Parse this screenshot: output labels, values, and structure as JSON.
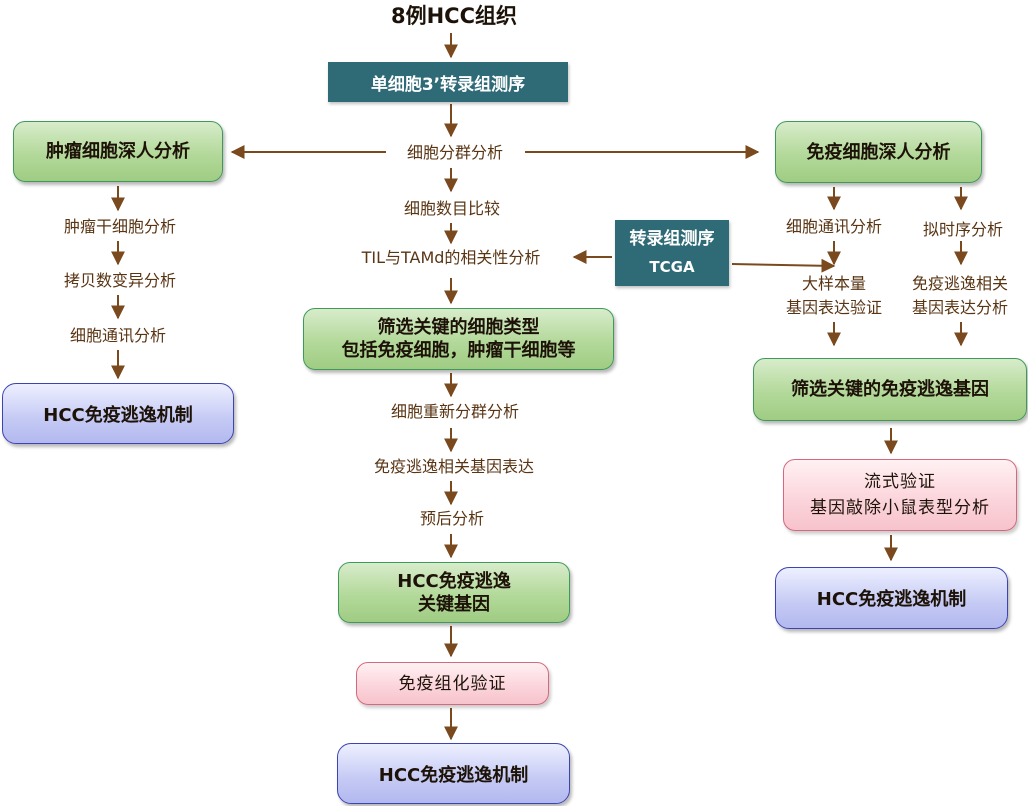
{
  "title": "8例HCC组织",
  "center": {
    "seq": "单细胞3’转录组测序",
    "cluster": "细胞分群分析",
    "count": "细胞数目比较",
    "corr": "TIL与TAMd的相关性分析",
    "screen": "筛选关键的细胞类型\n包括免疫细胞，肿瘤干细胞等",
    "recluster": "细胞重新分群分析",
    "expr": "免疫逃逸相关基因表达",
    "prognosis": "预后分析",
    "keygene": "HCC免疫逃逸\n关键基因",
    "ihc": "免疫组化验证",
    "mechanism": "HCC免疫逃逸机制"
  },
  "left": {
    "header": "肿瘤细胞深人分析",
    "item1": "肿瘤干细胞分析",
    "item2": "拷贝数变异分析",
    "item3": "细胞通讯分析",
    "mechanism": "HCC免疫逃逸机制"
  },
  "tcga": {
    "line1": "转录组测序",
    "line2": "TCGA"
  },
  "right": {
    "header": "免疫细胞深人分析",
    "comm": "细胞通讯分析",
    "pseudotime": "拟时序分析",
    "validation": "大样本量\n基因表达验证",
    "escape_expr": "免疫逃逸相关\n基因表达分析",
    "screen": "筛选关键的免疫逃逸基因",
    "flow": "流式验证\n基因敲除小鼠表型分析",
    "mechanism": "HCC免疫逃逸机制"
  },
  "colors": {
    "arrow": "#7a4a1e",
    "text": "#5a3514",
    "teal": "#2e6b77",
    "green_border": "#3f9a5a",
    "blue_border": "#3b44b0",
    "pink_border": "#d4697d"
  }
}
